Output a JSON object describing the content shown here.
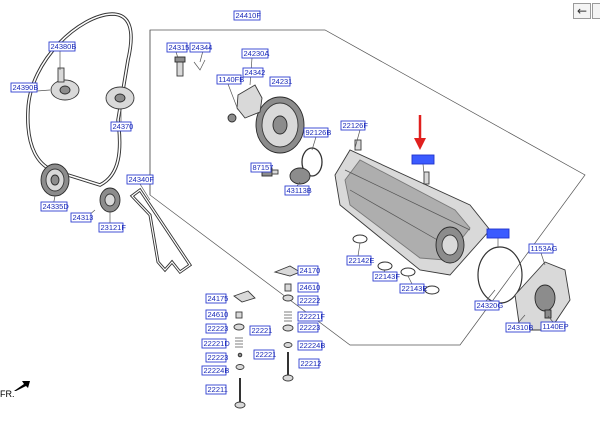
{
  "navigation": {
    "back_icon": "arrow-left-icon",
    "forward_icon": "arrow-right-icon"
  },
  "diagram": {
    "front_marker": "FR.",
    "highlight_color": "#3b5bff",
    "callout_color": "#2f3fd0",
    "arrow_color": "#e0201e",
    "callouts": [
      {
        "id": "c-24410f",
        "label": "24410F"
      },
      {
        "id": "c-24380b",
        "label": "24380B"
      },
      {
        "id": "c-24315",
        "label": "24315"
      },
      {
        "id": "c-24344",
        "label": "24344"
      },
      {
        "id": "c-24230a",
        "label": "24230A"
      },
      {
        "id": "c-24342",
        "label": "24342"
      },
      {
        "id": "c-1140fb",
        "label": "1140FB"
      },
      {
        "id": "c-24231",
        "label": "24231"
      },
      {
        "id": "c-24390b",
        "label": "24390B"
      },
      {
        "id": "c-24370",
        "label": "24370"
      },
      {
        "id": "c-22126f",
        "label": "22126F"
      },
      {
        "id": "c-92126b",
        "label": "92126B"
      },
      {
        "id": "c-87157",
        "label": "87157"
      },
      {
        "id": "c-43113b",
        "label": "43113B"
      },
      {
        "id": "c-24340f",
        "label": "24340F"
      },
      {
        "id": "c-24335d",
        "label": "24335D"
      },
      {
        "id": "c-24313",
        "label": "24313"
      },
      {
        "id": "c-23121f",
        "label": "23121F"
      },
      {
        "id": "c-hl-1",
        "label": "",
        "highlight": true
      },
      {
        "id": "c-hl-2",
        "label": "",
        "highlight": true
      },
      {
        "id": "c-1153ag",
        "label": "1153AG"
      },
      {
        "id": "c-22142e",
        "label": "22142E"
      },
      {
        "id": "c-22143f",
        "label": "22143F"
      },
      {
        "id": "c-22143e",
        "label": "22143E"
      },
      {
        "id": "c-24320g",
        "label": "24320G"
      },
      {
        "id": "c-24310b",
        "label": "24310B"
      },
      {
        "id": "c-1140ep",
        "label": "1140EP"
      },
      {
        "id": "c-24170",
        "label": "24170"
      },
      {
        "id": "c-24610",
        "label": "24610"
      },
      {
        "id": "c-22222-a",
        "label": "22222"
      },
      {
        "id": "c-24175",
        "label": "24175"
      },
      {
        "id": "c-22221f",
        "label": "22221F"
      },
      {
        "id": "c-24610-b",
        "label": "24610"
      },
      {
        "id": "c-22223-a",
        "label": "22223"
      },
      {
        "id": "c-22221",
        "label": "22221"
      },
      {
        "id": "c-22223-b",
        "label": "22223"
      },
      {
        "id": "c-22224b",
        "label": "22224B"
      },
      {
        "id": "c-22221d",
        "label": "22221D"
      },
      {
        "id": "c-22223-c",
        "label": "22223"
      },
      {
        "id": "c-22221-b",
        "label": "22221"
      },
      {
        "id": "c-22212",
        "label": "22212"
      },
      {
        "id": "c-22224b-b",
        "label": "22224B"
      },
      {
        "id": "c-22211",
        "label": "22211"
      }
    ]
  }
}
